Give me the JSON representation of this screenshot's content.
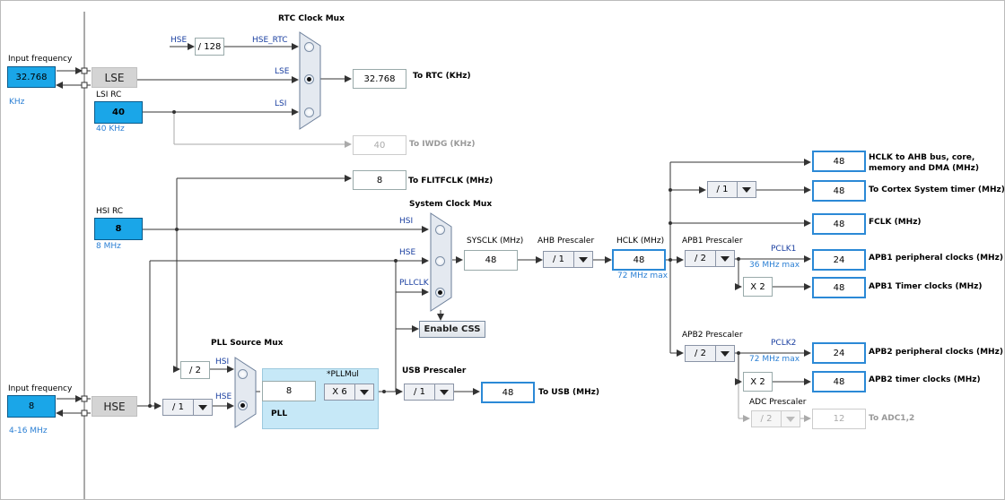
{
  "inputs": {
    "lse_label": "Input frequency",
    "lse_value": "32.768",
    "lse_unit": "KHz",
    "hse_label": "Input frequency",
    "hse_value": "8",
    "hse_range": "4-16 MHz"
  },
  "oscillators": {
    "lse": "LSE",
    "hse": "HSE",
    "lsi_title": "LSI RC",
    "lsi_value": "40",
    "lsi_sub": "40 KHz",
    "hsi_title": "HSI RC",
    "hsi_value": "8",
    "hsi_sub": "8 MHz"
  },
  "rtc": {
    "title": "RTC Clock Mux",
    "hse_label": "HSE",
    "div_value": "/ 128",
    "hse_rtc_label": "HSE_RTC",
    "lse_label": "LSE",
    "lsi_label": "LSI",
    "selected": "LSE",
    "output_value": "32.768",
    "output_label": "To RTC (KHz)",
    "iwdg_value": "40",
    "iwdg_label": "To IWDG (KHz)"
  },
  "flitf": {
    "value": "8",
    "label": "To FLITFCLK (MHz)"
  },
  "sysclk_mux": {
    "title": "System Clock Mux",
    "hsi_label": "HSI",
    "hse_label": "HSE",
    "pllclk_label": "PLLCLK",
    "selected": "PLLCLK",
    "enable_css": "Enable CSS"
  },
  "sysclk": {
    "label": "SYSCLK (MHz)",
    "value": "48"
  },
  "ahb": {
    "label": "AHB Prescaler",
    "value": "/ 1"
  },
  "hclk": {
    "label": "HCLK (MHz)",
    "value": "48",
    "max": "72 MHz max"
  },
  "outputs": {
    "hclk_ahb": {
      "value": "48",
      "label_line1": "HCLK to AHB bus, core,",
      "label_line2": "memory and DMA (MHz)"
    },
    "cortex": {
      "prescaler": "/ 1",
      "value": "48",
      "label": "To Cortex System timer (MHz)"
    },
    "fclk": {
      "value": "48",
      "label": "FCLK (MHz)"
    }
  },
  "apb1": {
    "title": "APB1 Prescaler",
    "value": "/ 2",
    "pclk_label": "PCLK1",
    "max": "36 MHz max",
    "periph_value": "24",
    "periph_label": "APB1 peripheral clocks (MHz)",
    "x2": "X 2",
    "timer_value": "48",
    "timer_label": "APB1 Timer clocks (MHz)"
  },
  "apb2": {
    "title": "APB2 Prescaler",
    "value": "/ 2",
    "pclk_label": "PCLK2",
    "max": "72 MHz max",
    "periph_value": "24",
    "periph_label": "APB2 peripheral clocks (MHz)",
    "x2": "X 2",
    "timer_value": "48",
    "timer_label": "APB2 timer clocks (MHz)"
  },
  "adc": {
    "title": "ADC Prescaler",
    "value": "/ 2",
    "output": "12",
    "label": "To ADC1,2"
  },
  "pll": {
    "source_title": "PLL Source Mux",
    "div2": "/ 2",
    "hsi_label": "HSI",
    "hse_label": "HSE",
    "selected": "HSE",
    "hse_prediv": "/ 1",
    "value": "8",
    "mul_label": "*PLLMul",
    "mul_value": "X 6",
    "title": "PLL"
  },
  "usb": {
    "title": "USB Prescaler",
    "value": "/ 1",
    "output": "48",
    "label": "To USB (MHz)"
  }
}
